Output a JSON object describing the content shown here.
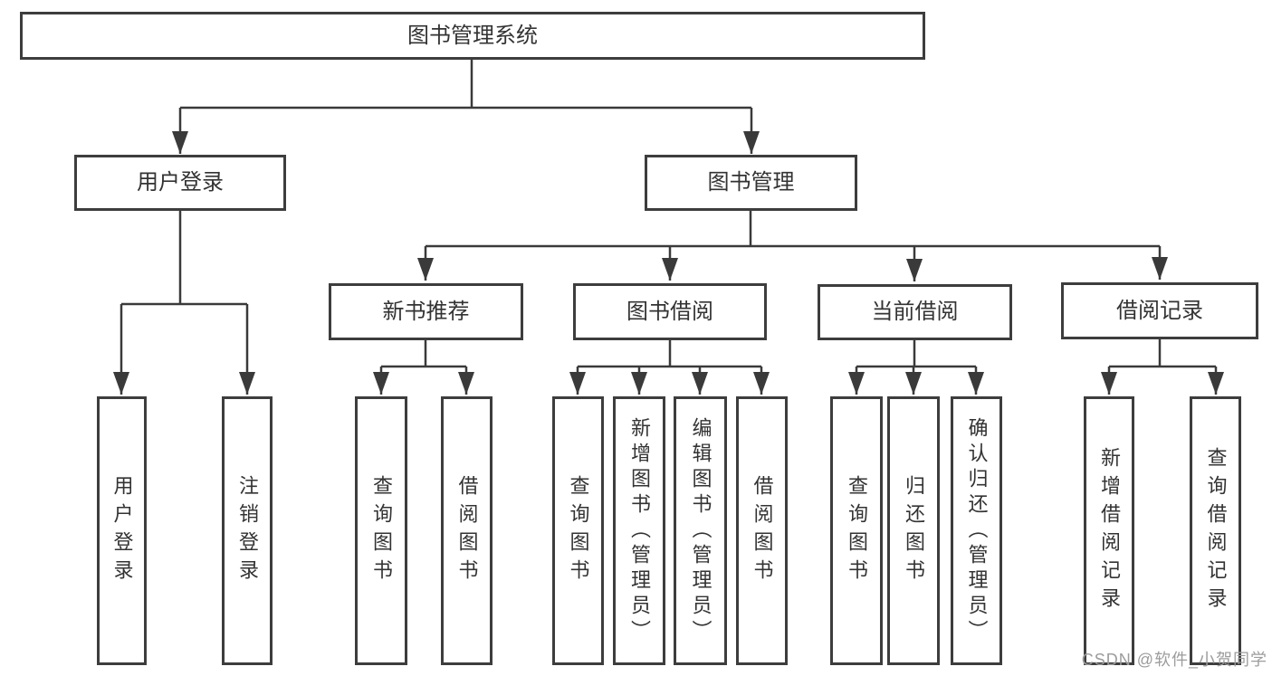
{
  "diagram": {
    "type": "tree",
    "title": "图书管理系统",
    "nodes": {
      "root": "图书管理系统",
      "user_login": "用户登录",
      "book_mgmt": "图书管理",
      "new_book_rec": "新书推荐",
      "book_borrow": "图书借阅",
      "current_borrow": "当前借阅",
      "borrow_records": "借阅记录",
      "leaf_user_login": "用户登录",
      "leaf_logout": "注销登录",
      "leaf_query_book_a": "查询图书",
      "leaf_borrow_book_a": "借阅图书",
      "leaf_query_book_b": "查询图书",
      "leaf_add_book": "新增图书（管理员）",
      "leaf_edit_book": "编辑图书（管理员）",
      "leaf_borrow_book_b": "借阅图书",
      "leaf_query_book_c": "查询图书",
      "leaf_return_book": "归还图书",
      "leaf_confirm_return": "确认归还（管理员）",
      "leaf_add_borrow_record": "新增借阅记录",
      "leaf_query_borrow_record": "查询借阅记录"
    },
    "hierarchy": {
      "图书管理系统": {
        "用户登录": [
          "用户登录",
          "注销登录"
        ],
        "图书管理": {
          "新书推荐": [
            "查询图书",
            "借阅图书"
          ],
          "图书借阅": [
            "查询图书",
            "新增图书（管理员）",
            "编辑图书（管理员）",
            "借阅图书"
          ],
          "当前借阅": [
            "查询图书",
            "归还图书",
            "确认归还（管理员）"
          ],
          "借阅记录": [
            "新增借阅记录",
            "查询借阅记录"
          ]
        }
      }
    }
  },
  "watermark": "CSDN @软件_小贺同学",
  "colors": {
    "line": "#3a3a3a",
    "border": "#3d3d3d",
    "text": "#333333",
    "background": "#ffffff",
    "watermark": "#9c9c9c"
  }
}
